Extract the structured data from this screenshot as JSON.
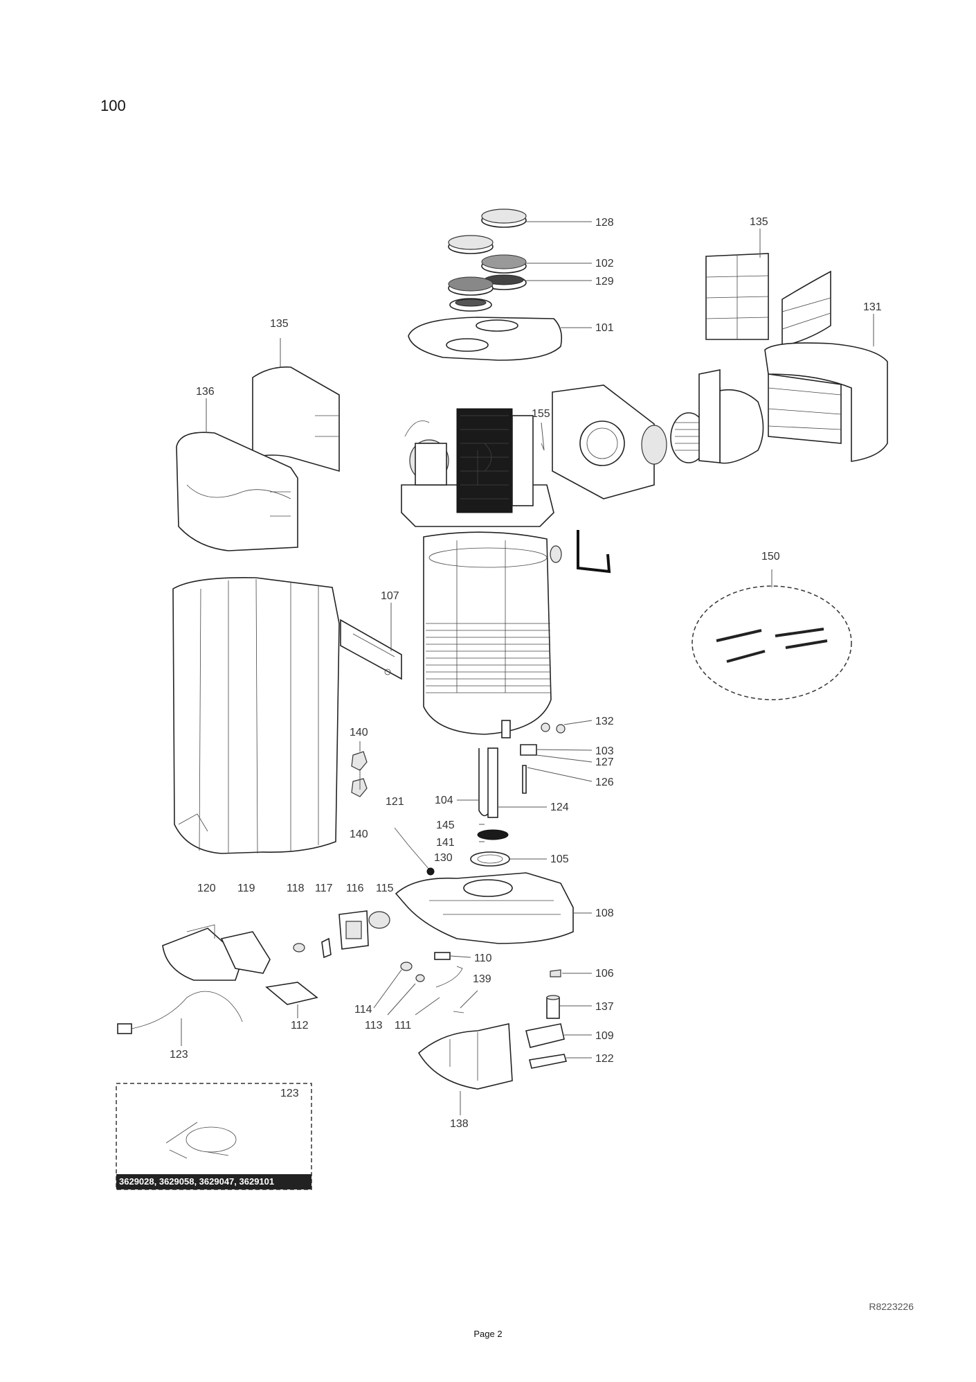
{
  "page_title": "100",
  "ref_code": "R8223226",
  "page_number": "Page 2",
  "variant_box": {
    "part_label": "123",
    "models": "3629028, 3629058, 3629047, 3629101"
  },
  "callouts": {
    "c128": "128",
    "c102": "102",
    "c129": "129",
    "c101": "101",
    "c135a": "135",
    "c131": "131",
    "c135b": "135",
    "c136": "136",
    "c155": "155",
    "c150": "150",
    "c107": "107",
    "c132": "132",
    "c103": "103",
    "c127": "127",
    "c126": "126",
    "c140a": "140",
    "c140b": "140",
    "c121": "121",
    "c104": "104",
    "c124": "124",
    "c145": "145",
    "c141": "141",
    "c130": "130",
    "c105": "105",
    "c120": "120",
    "c119": "119",
    "c118": "118",
    "c117": "117",
    "c116": "116",
    "c115": "115",
    "c108": "108",
    "c110": "110",
    "c106": "106",
    "c139": "139",
    "c114": "114",
    "c113": "113",
    "c111": "111",
    "c112": "112",
    "c137": "137",
    "c123": "123",
    "c109": "109",
    "c122": "122",
    "c138": "138"
  }
}
